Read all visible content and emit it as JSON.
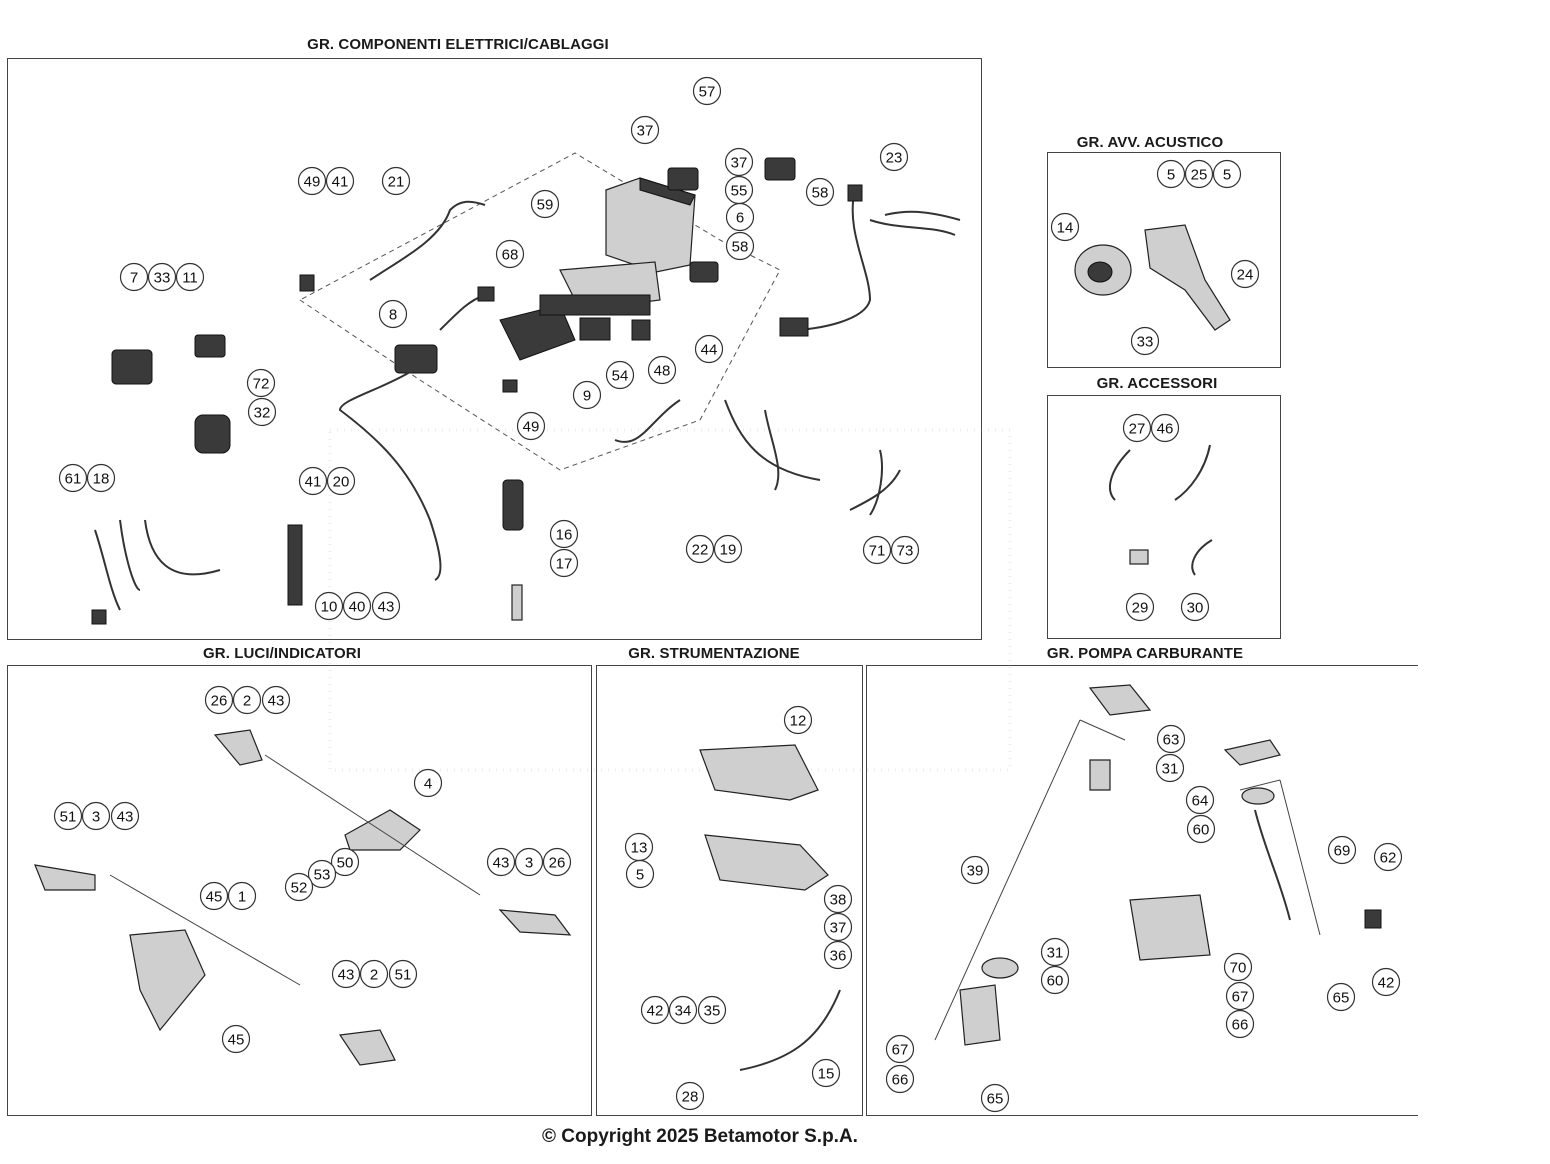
{
  "groups": {
    "electrical": {
      "title": "GR. COMPONENTI ELETTRICI/CABLAGGI"
    },
    "horn": {
      "title": "GR. AVV. ACUSTICO"
    },
    "accessories": {
      "title": "GR. ACCESSORI"
    },
    "lights": {
      "title": "GR. LUCI/INDICATORI"
    },
    "instruments": {
      "title": "GR. STRUMENTAZIONE"
    },
    "fuel_pump": {
      "title": "GR. POMPA CARBURANTE"
    }
  },
  "callouts": {
    "electrical": [
      "57",
      "37",
      "37",
      "55",
      "58",
      "23",
      "21",
      "49",
      "41",
      "59",
      "6",
      "58",
      "68",
      "7",
      "33",
      "11",
      "8",
      "44",
      "72",
      "32",
      "54",
      "48",
      "9",
      "49",
      "41",
      "20",
      "16",
      "61",
      "18",
      "17",
      "22",
      "19",
      "71",
      "73",
      "10",
      "40",
      "43"
    ],
    "horn": [
      "5",
      "25",
      "5",
      "14",
      "24",
      "33"
    ],
    "accessories": [
      "27",
      "46",
      "29",
      "30"
    ],
    "lights": [
      "26",
      "2",
      "43",
      "4",
      "51",
      "3",
      "43",
      "43",
      "3",
      "26",
      "50",
      "53",
      "52",
      "45",
      "1",
      "43",
      "2",
      "51",
      "45"
    ],
    "instruments": [
      "12",
      "13",
      "5",
      "38",
      "37",
      "36",
      "42",
      "34",
      "35",
      "15",
      "28"
    ],
    "fuel_pump": [
      "63",
      "31",
      "64",
      "60",
      "69",
      "62",
      "39",
      "31",
      "60",
      "70",
      "67",
      "65",
      "42",
      "66",
      "67",
      "66",
      "65"
    ]
  },
  "copyright": "© Copyright 2025 Betamotor S.p.A."
}
